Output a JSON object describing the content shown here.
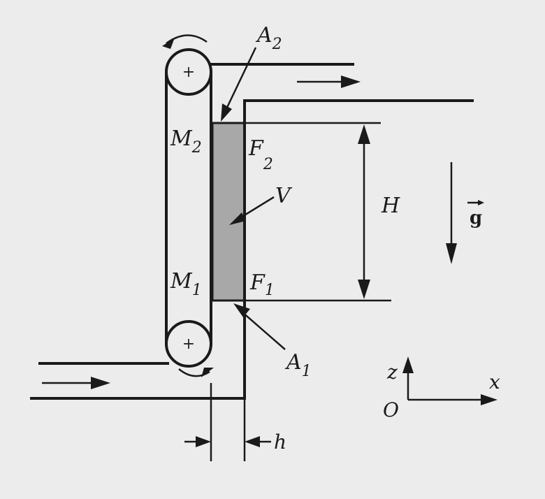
{
  "labels": {
    "A2": {
      "main": "A",
      "sub": "2"
    },
    "A1": {
      "main": "A",
      "sub": "1"
    },
    "M2": {
      "main": "M",
      "sub": "2"
    },
    "M1": {
      "main": "M",
      "sub": "1"
    },
    "F2": {
      "main": "F",
      "sub": "2"
    },
    "F1": {
      "main": "F",
      "sub": "1"
    },
    "V": "V",
    "H": "H",
    "g": "g",
    "z": "z",
    "x": "x",
    "O": "O",
    "h": "h",
    "plus_top": "+",
    "plus_bottom": "+"
  },
  "colors": {
    "background": "#ececec",
    "ink": "#1a1a1a",
    "slab_fill": "#a8a8a8"
  }
}
